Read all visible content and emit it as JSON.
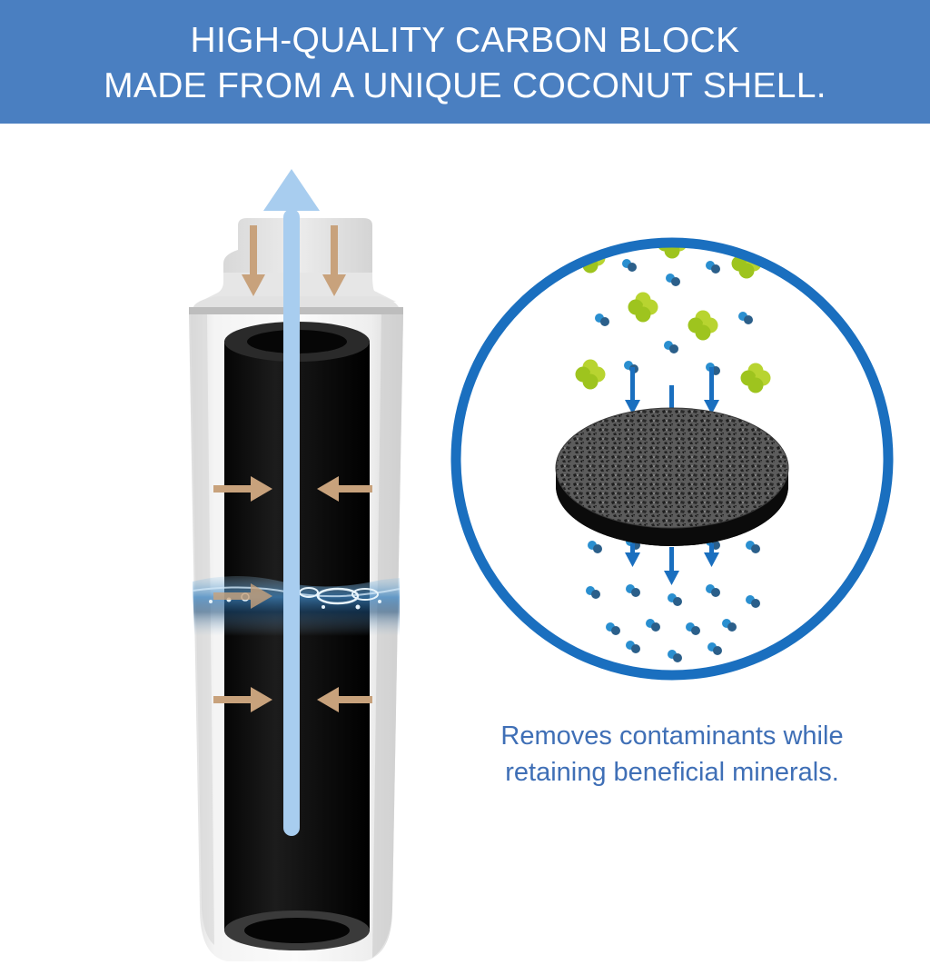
{
  "header": {
    "line1": "HIGH-QUALITY CARBON BLOCK",
    "line2": "MADE FROM A UNIQUE COCONUT SHELL."
  },
  "caption": {
    "line1": "Removes contaminants while",
    "line2": "retaining beneficial minerals."
  },
  "colors": {
    "header_bg": "#4a7fc1",
    "caption_text": "#3f6fb6",
    "circle_border": "#1a6fbf",
    "flow_arrow": "#a8cdef",
    "inflow_arrow": "#c8a27c",
    "down_arrow": "#1a6fbf",
    "contaminant": "#b8d430",
    "mineral": "#2a8fd0",
    "carbon": "#111111"
  }
}
